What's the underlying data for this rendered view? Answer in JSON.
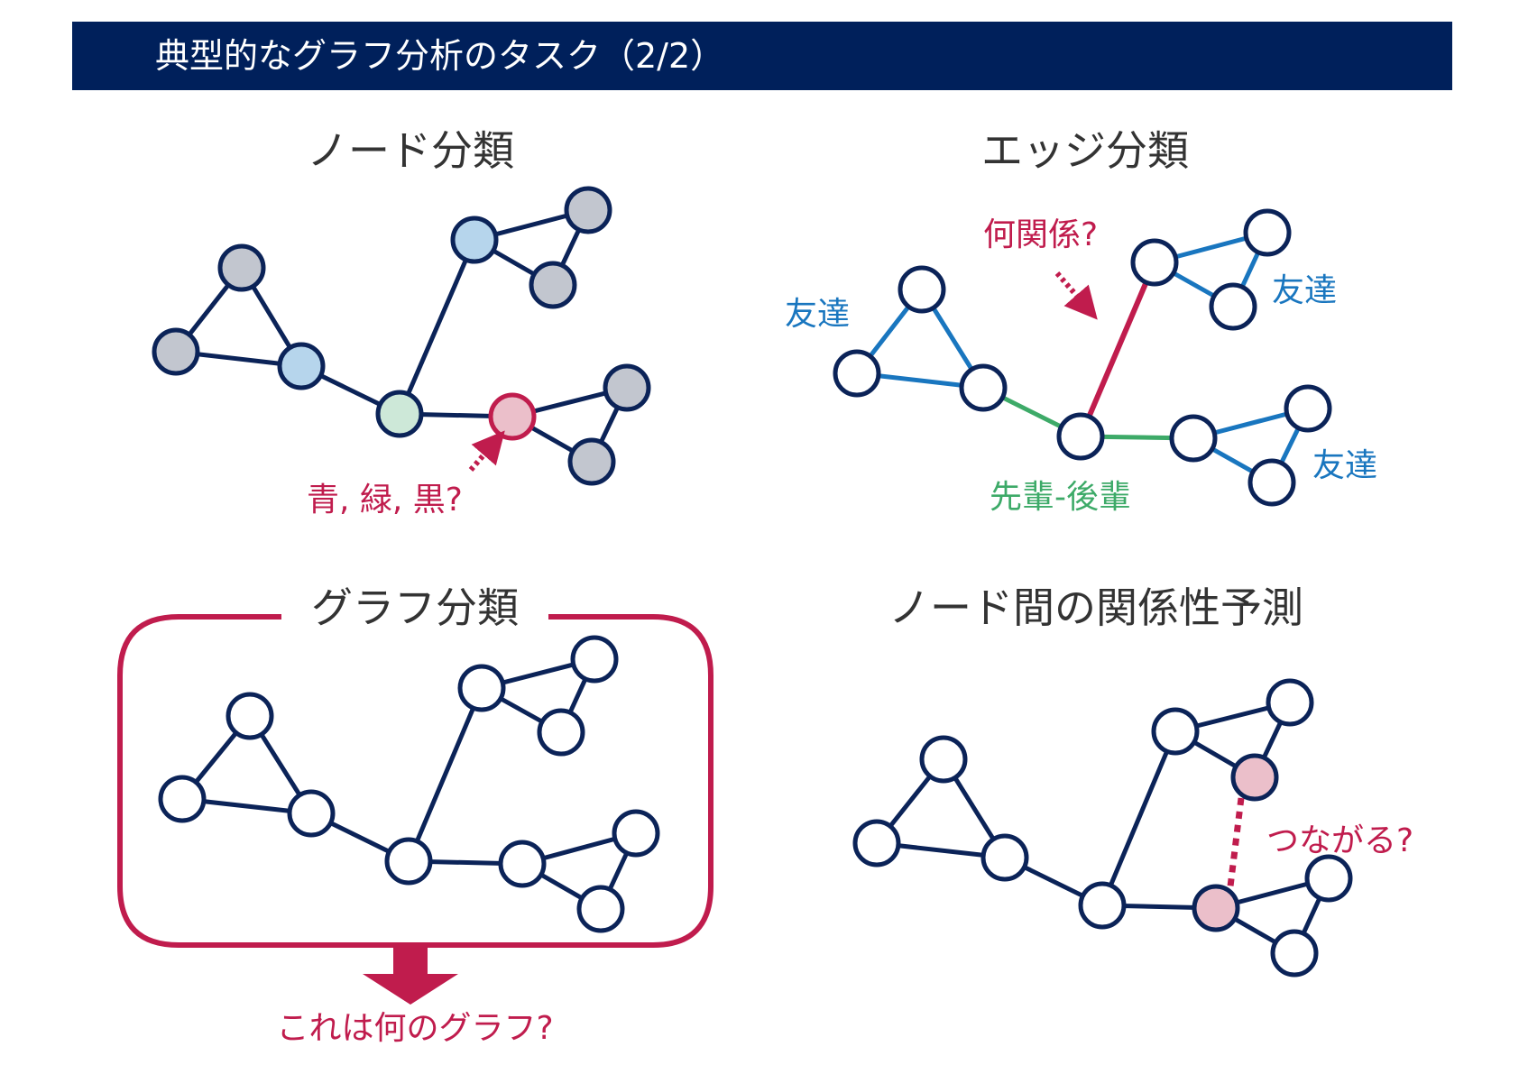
{
  "header": {
    "title": "典型的なグラフ分析のタスク（2/2）"
  },
  "colors": {
    "header_bg": "#00205b",
    "header_text": "#ffffff",
    "heading_text": "#333333",
    "edge": "#0b2358",
    "node_gray": "#c2c6cf",
    "node_blue": "#b6d5ec",
    "node_green": "#cde8d8",
    "node_pink": "#ebbfca",
    "node_white": "#ffffff",
    "accent_red": "#c01c4d",
    "friend_blue": "#1976bf",
    "senior_green": "#3daa68"
  },
  "panels": {
    "node_classification": {
      "heading": "ノード分類",
      "question": "青, 緑, 黒?"
    },
    "edge_classification": {
      "heading": "エッジ分類",
      "question": "何関係?",
      "label_friend_left": "友達",
      "label_friend_top_right": "友達",
      "label_friend_bottom_right": "友達",
      "label_senior_junior": "先輩-後輩"
    },
    "graph_classification": {
      "heading": "グラフ分類",
      "question": "これは何のグラフ?"
    },
    "link_prediction": {
      "heading": "ノード間の関係性予測",
      "question": "つながる?"
    }
  }
}
